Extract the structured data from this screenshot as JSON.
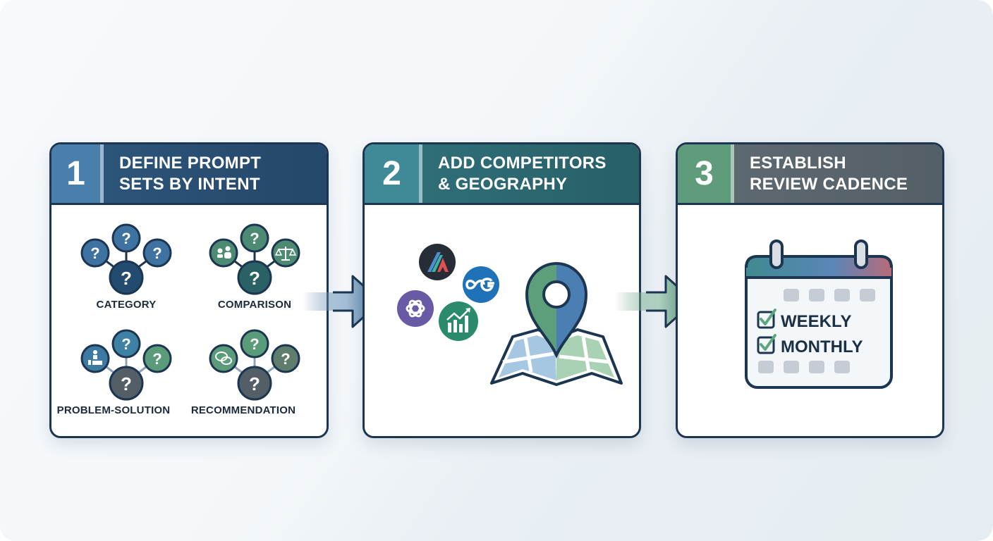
{
  "steps": [
    {
      "number": "1",
      "title_line1": "DEFINE PROMPT",
      "title_line2": "SETS BY INTENT",
      "colors": {
        "number_bg": "#4a7fac",
        "title_bg": "#2b4f74"
      },
      "clusters": [
        {
          "label": "CATEGORY",
          "icon": "question-network-icon"
        },
        {
          "label": "COMPARISON",
          "icon": "question-network-icon"
        },
        {
          "label": "PROBLEM-SOLUTION",
          "icon": "question-network-icon"
        },
        {
          "label": "RECOMMENDATION",
          "icon": "question-network-icon"
        }
      ]
    },
    {
      "number": "2",
      "title_line1": "ADD COMPETITORS",
      "title_line2": "& GEOGRAPHY",
      "colors": {
        "number_bg": "#3f8a96",
        "title_bg": "#2c6670"
      },
      "logos": [
        "brand-a-logo",
        "infinity-g-logo",
        "openai-logo",
        "growth-chart-logo"
      ],
      "map_icon": "map-pin-icon"
    },
    {
      "number": "3",
      "title_line1": "ESTABLISH",
      "title_line2": "REVIEW CADENCE",
      "colors": {
        "number_bg": "#5f9c7c",
        "title_bg": "#59646d"
      },
      "calendar": {
        "options": [
          {
            "label": "WEEKLY",
            "checked": true
          },
          {
            "label": "MONTHLY",
            "checked": true
          }
        ]
      }
    }
  ],
  "arrows": [
    {
      "from": "1",
      "to": "2",
      "color": "#3c6d99"
    },
    {
      "from": "2",
      "to": "3",
      "color": "#4f8f70"
    }
  ]
}
